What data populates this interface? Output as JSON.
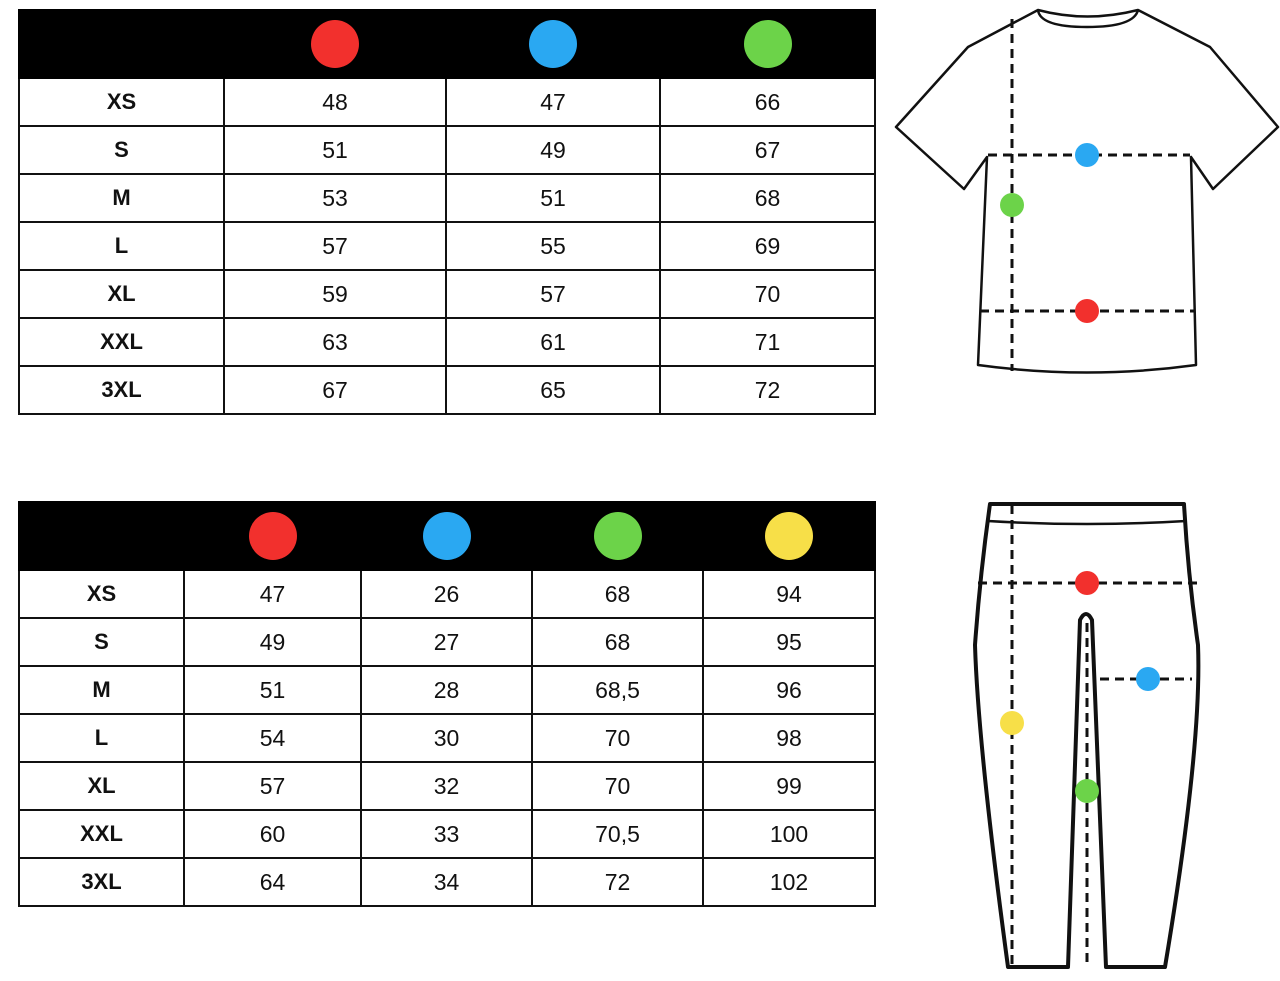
{
  "colors": {
    "red": "#f2302d",
    "blue": "#2aa8f2",
    "green": "#6cd349",
    "yellow": "#f7df48",
    "header": "#000000"
  },
  "shirt_table": {
    "header_dots": [
      "red",
      "blue",
      "green"
    ],
    "rows": [
      {
        "size": "XS",
        "values": [
          "48",
          "47",
          "66"
        ]
      },
      {
        "size": "S",
        "values": [
          "51",
          "49",
          "67"
        ]
      },
      {
        "size": "M",
        "values": [
          "53",
          "51",
          "68"
        ]
      },
      {
        "size": "L",
        "values": [
          "57",
          "55",
          "69"
        ]
      },
      {
        "size": "XL",
        "values": [
          "59",
          "57",
          "70"
        ]
      },
      {
        "size": "XXL",
        "values": [
          "63",
          "61",
          "71"
        ]
      },
      {
        "size": "3XL",
        "values": [
          "67",
          "65",
          "72"
        ]
      }
    ]
  },
  "pants_table": {
    "header_dots": [
      "red",
      "blue",
      "green",
      "yellow"
    ],
    "rows": [
      {
        "size": "XS",
        "values": [
          "47",
          "26",
          "68",
          "94"
        ]
      },
      {
        "size": "S",
        "values": [
          "49",
          "27",
          "68",
          "95"
        ]
      },
      {
        "size": "M",
        "values": [
          "51",
          "28",
          "68,5",
          "96"
        ]
      },
      {
        "size": "L",
        "values": [
          "54",
          "30",
          "70",
          "98"
        ]
      },
      {
        "size": "XL",
        "values": [
          "57",
          "32",
          "70",
          "99"
        ]
      },
      {
        "size": "XXL",
        "values": [
          "60",
          "33",
          "70,5",
          "100"
        ]
      },
      {
        "size": "3XL",
        "values": [
          "64",
          "34",
          "72",
          "102"
        ]
      }
    ]
  },
  "diagrams": {
    "tshirt": {
      "markers": [
        "blue",
        "green",
        "red"
      ]
    },
    "pants": {
      "markers": [
        "red",
        "blue",
        "yellow",
        "green"
      ]
    }
  }
}
